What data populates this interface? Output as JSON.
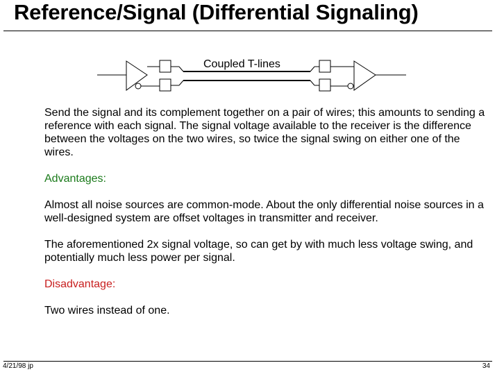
{
  "title": "Reference/Signal (Differential Signaling)",
  "diagram": {
    "label": "Coupled T-lines"
  },
  "body": {
    "intro": "Send the signal and its complement together on a pair of wires; this amounts to sending a reference with each signal.  The signal voltage available to the receiver is the difference between the voltages on the two wires, so twice the signal swing on either one of the wires.",
    "advantages_heading": "Advantages:",
    "advantage_1": "Almost all noise sources are common-mode.  About the only differential noise sources in a well-designed system are offset voltages in transmitter and receiver.",
    "advantage_2": "The aforementioned 2x signal voltage, so can get by with much less voltage swing, and potentially much less power per signal.",
    "disadvantage_heading": "Disadvantage:",
    "disadvantage_1": "Two wires instead of one."
  },
  "footer": {
    "left": "4/21/98 jp",
    "right": "34"
  },
  "colors": {
    "advantages_heading": "#1a7a1a",
    "disadvantage_heading": "#c81e1e"
  }
}
